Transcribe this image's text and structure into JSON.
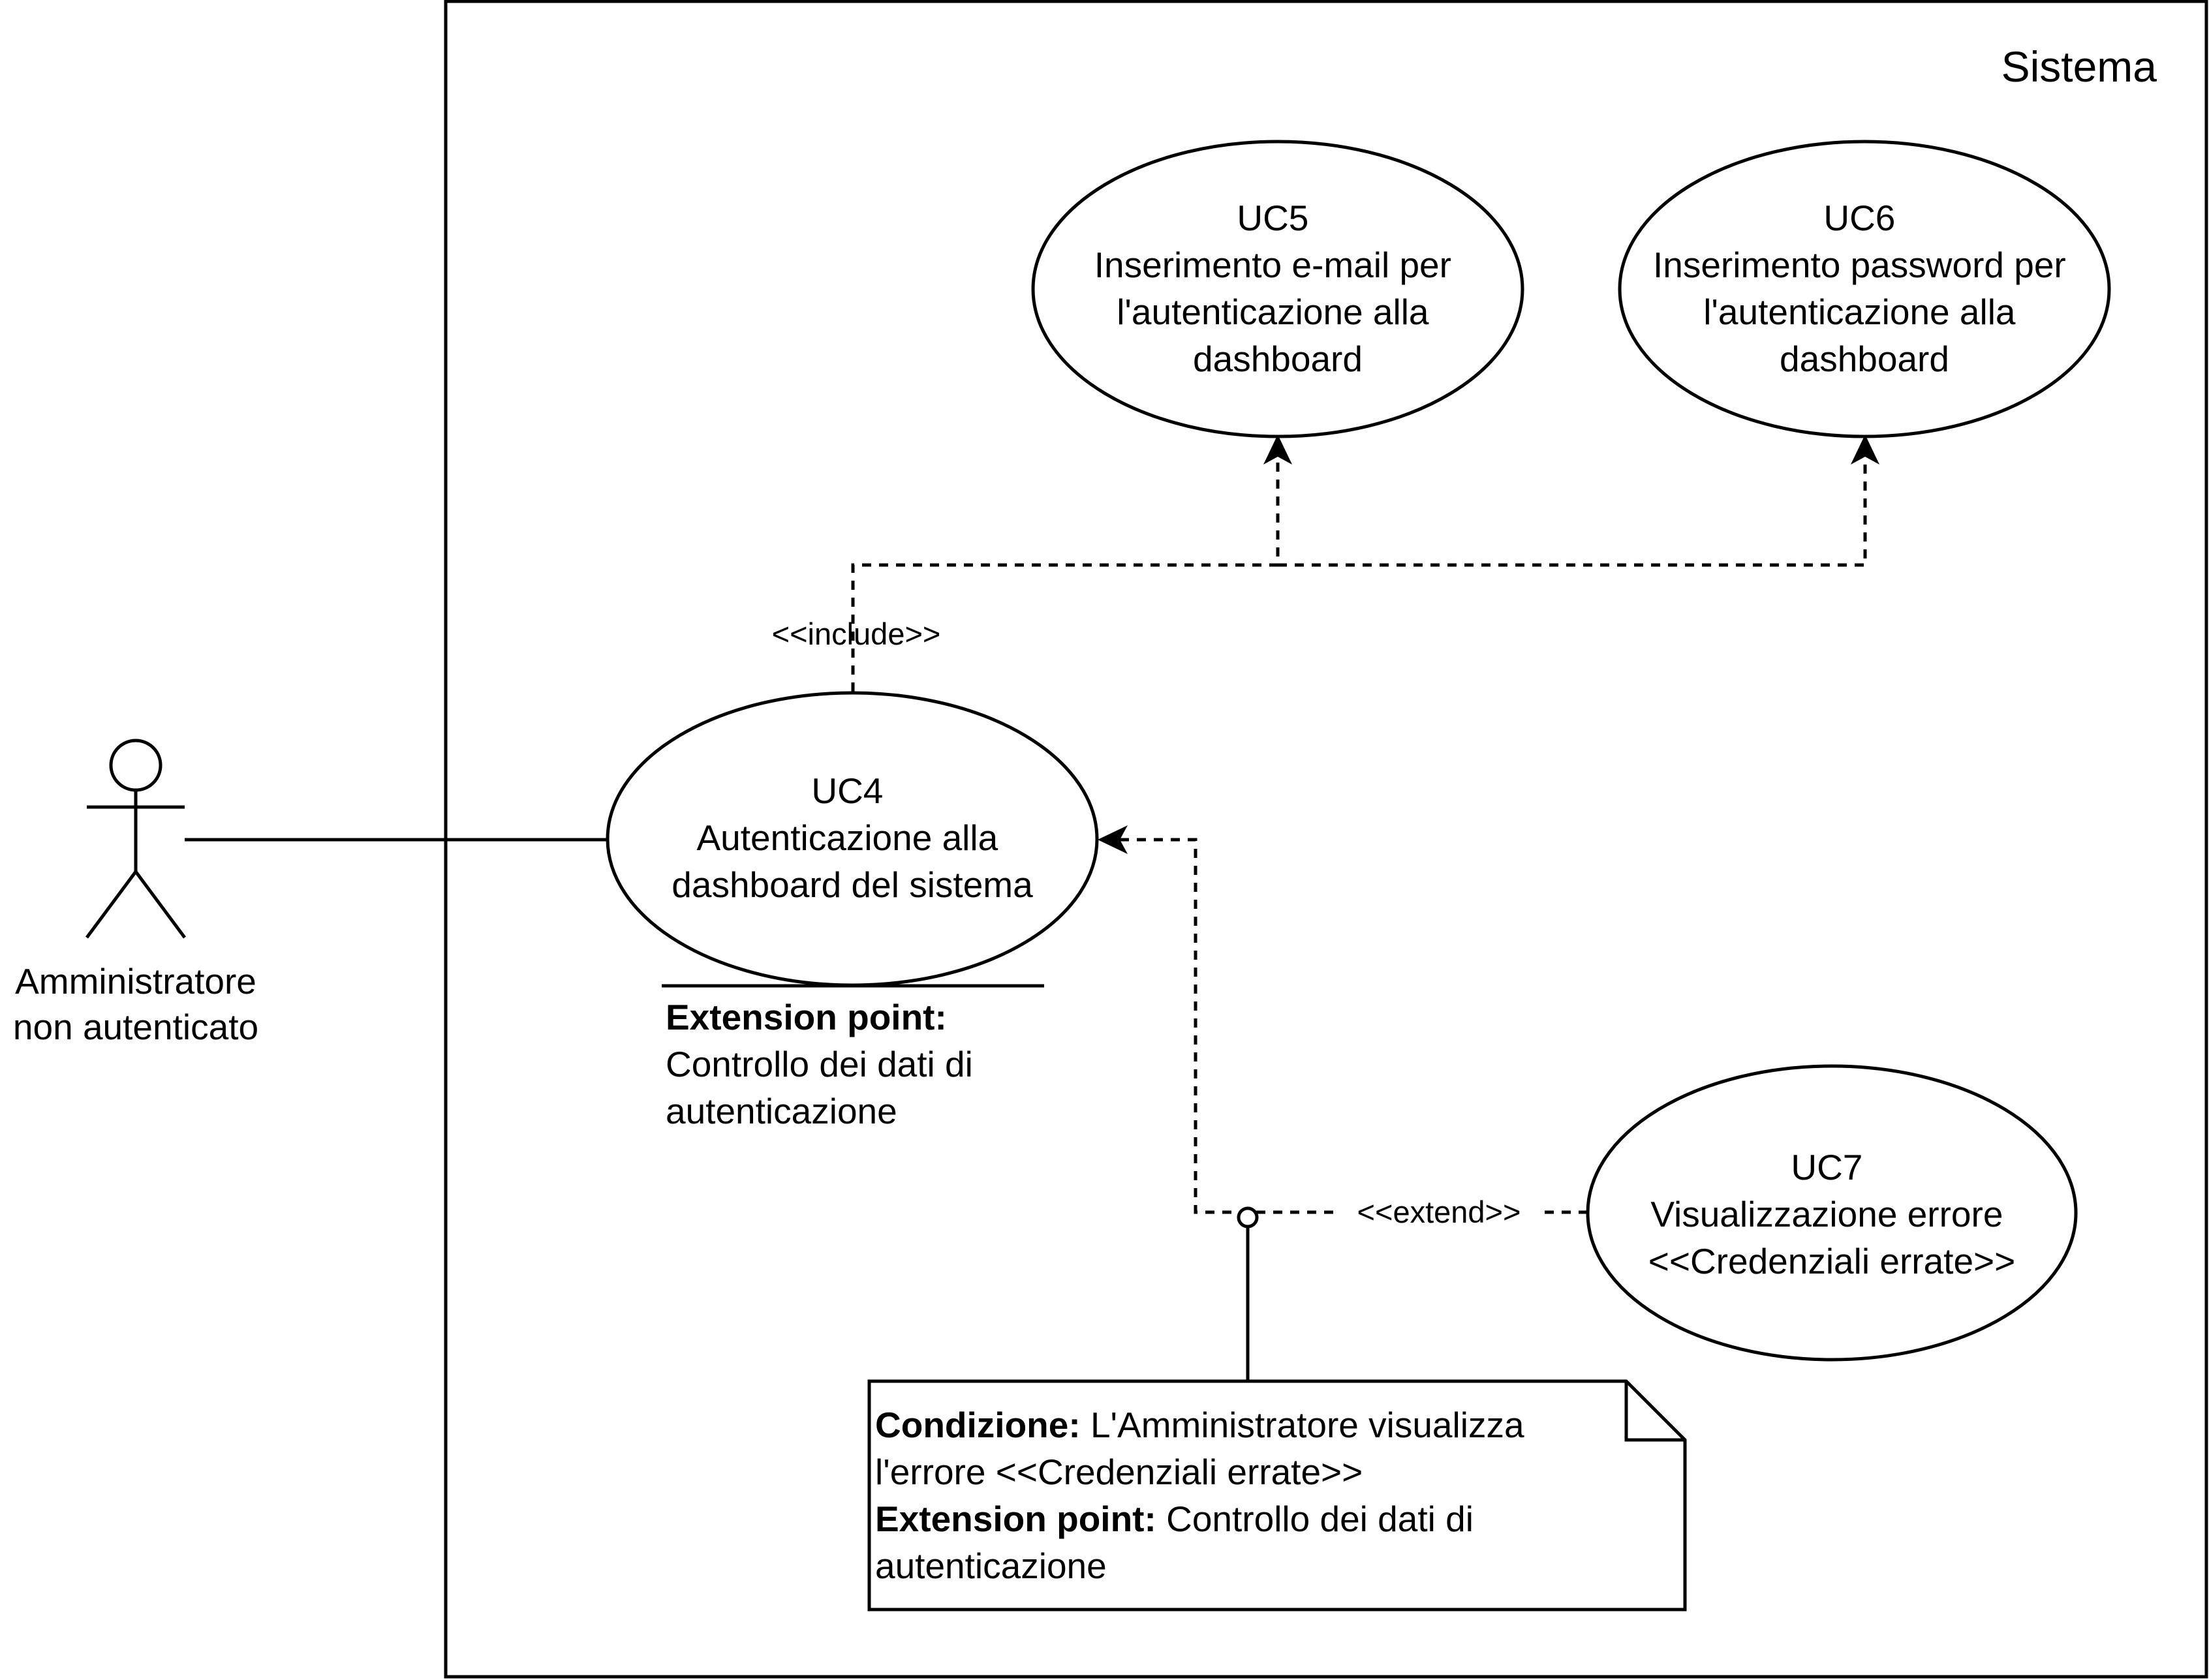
{
  "system": {
    "title": "Sistema"
  },
  "actor": {
    "name_line1": "Amministratore",
    "name_line2": "non autenticato"
  },
  "use_cases": {
    "uc4": {
      "id": "UC4",
      "line1": "Autenticazione alla",
      "line2": "dashboard del sistema"
    },
    "uc5": {
      "id": "UC5",
      "line1": "Inserimento e-mail per",
      "line2": "l'autenticazione alla",
      "line3": "dashboard"
    },
    "uc6": {
      "id": "UC6",
      "line1": "Inserimento password per",
      "line2": "l'autenticazione alla",
      "line3": "dashboard"
    },
    "uc7": {
      "id": "UC7",
      "line1": "Visualizzazione errore",
      "line2": "<<Credenziali errate>>"
    }
  },
  "extension_point": {
    "heading": "Extension point:",
    "line1": "Controllo dei dati di",
    "line2": "autenticazione"
  },
  "relations": {
    "include": "<<include>>",
    "extend": "<<extend>>"
  },
  "note": {
    "condition_label": "Condizione:",
    "condition_text1": " L'Amministratore visualizza",
    "condition_text2": "l'errore <<Credenziali errate>>",
    "ext_label": "Extension point:",
    "ext_text1": " Controllo dei dati di",
    "ext_text2": "autenticazione"
  }
}
